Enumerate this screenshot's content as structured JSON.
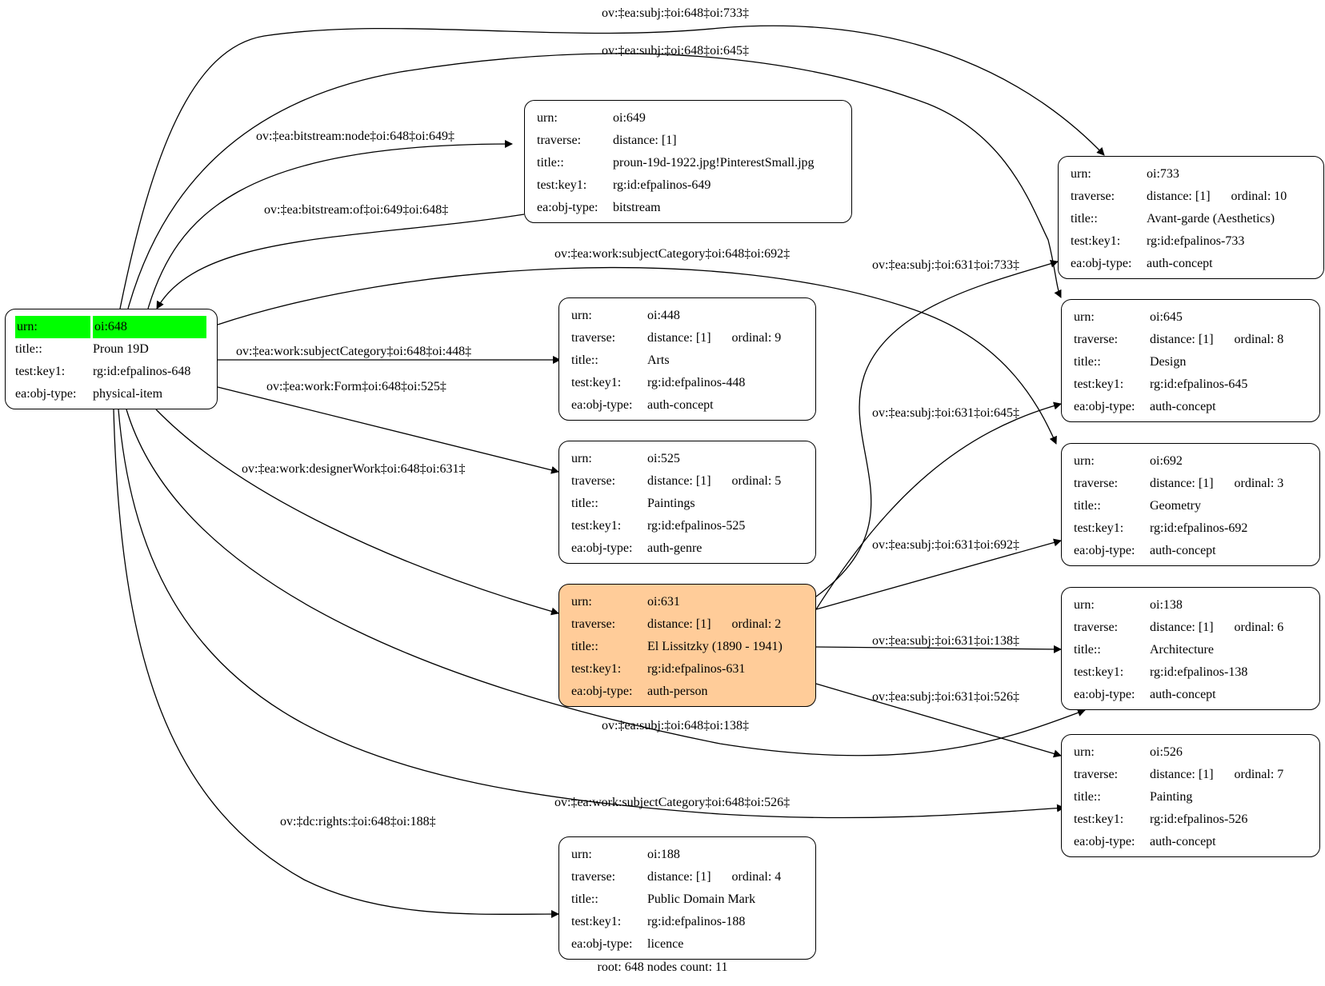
{
  "footer": "root: 648 nodes count: 11",
  "root": {
    "rows": [
      {
        "k": "urn:",
        "v": "oi:648"
      },
      {
        "k": "title::",
        "v": "Proun 19D"
      },
      {
        "k": "test:key1:",
        "v": "rg:id:efpalinos-648"
      },
      {
        "k": "ea:obj-type:",
        "v": "physical-item"
      }
    ]
  },
  "nodes": {
    "n649": {
      "urn": "oi:649",
      "distance": "distance: [1]",
      "ordinal": "",
      "title": "proun-19d-1922.jpg!PinterestSmall.jpg",
      "key": "rg:id:efpalinos-649",
      "type": "bitstream"
    },
    "n448": {
      "urn": "oi:448",
      "distance": "distance: [1]",
      "ordinal": "ordinal: 9",
      "title": "Arts",
      "key": "rg:id:efpalinos-448",
      "type": "auth-concept"
    },
    "n525": {
      "urn": "oi:525",
      "distance": "distance: [1]",
      "ordinal": "ordinal: 5",
      "title": "Paintings",
      "key": "rg:id:efpalinos-525",
      "type": "auth-genre"
    },
    "n631": {
      "urn": "oi:631",
      "distance": "distance: [1]",
      "ordinal": "ordinal: 2",
      "title": "El Lissitzky (1890 - 1941)",
      "key": "rg:id:efpalinos-631",
      "type": "auth-person"
    },
    "n188": {
      "urn": "oi:188",
      "distance": "distance: [1]",
      "ordinal": "ordinal: 4",
      "title": "Public Domain Mark",
      "key": "rg:id:efpalinos-188",
      "type": "licence"
    },
    "n733": {
      "urn": "oi:733",
      "distance": "distance: [1]",
      "ordinal": "ordinal: 10",
      "title": "Avant-garde (Aesthetics)",
      "key": "rg:id:efpalinos-733",
      "type": "auth-concept"
    },
    "n645": {
      "urn": "oi:645",
      "distance": "distance: [1]",
      "ordinal": "ordinal: 8",
      "title": "Design",
      "key": "rg:id:efpalinos-645",
      "type": "auth-concept"
    },
    "n692": {
      "urn": "oi:692",
      "distance": "distance: [1]",
      "ordinal": "ordinal: 3",
      "title": "Geometry",
      "key": "rg:id:efpalinos-692",
      "type": "auth-concept"
    },
    "n138": {
      "urn": "oi:138",
      "distance": "distance: [1]",
      "ordinal": "ordinal: 6",
      "title": "Architecture",
      "key": "rg:id:efpalinos-138",
      "type": "auth-concept"
    },
    "n526": {
      "urn": "oi:526",
      "distance": "distance: [1]",
      "ordinal": "ordinal: 7",
      "title": "Painting",
      "key": "rg:id:efpalinos-526",
      "type": "auth-concept"
    }
  },
  "keys": {
    "urn": "urn:",
    "traverse": "traverse:",
    "title": "title::",
    "key": "test:key1:",
    "type": "ea:obj-type:"
  },
  "edges": {
    "e733": "ov:‡ea:subj:‡oi:648‡oi:733‡",
    "e645": "ov:‡ea:subj:‡oi:648‡oi:645‡",
    "e649": "ov:‡ea:bitstream:node‡oi:648‡oi:649‡",
    "e649b": "ov:‡ea:bitstream:of‡oi:649‡oi:648‡",
    "e692": "ov:‡ea:work:subjectCategory‡oi:648‡oi:692‡",
    "e448": "ov:‡ea:work:subjectCategory‡oi:648‡oi:448‡",
    "e525": "ov:‡ea:work:Form‡oi:648‡oi:525‡",
    "e631": "ov:‡ea:work:designerWork‡oi:648‡oi:631‡",
    "e138": "ov:‡ea:subj:‡oi:648‡oi:138‡",
    "e526": "ov:‡ea:work:subjectCategory‡oi:648‡oi:526‡",
    "e188": "ov:‡dc:rights:‡oi:648‡oi:188‡",
    "f733": "ov:‡ea:subj:‡oi:631‡oi:733‡",
    "f645": "ov:‡ea:subj:‡oi:631‡oi:645‡",
    "f692": "ov:‡ea:subj:‡oi:631‡oi:692‡",
    "f138": "ov:‡ea:subj:‡oi:631‡oi:138‡",
    "f526": "ov:‡ea:subj:‡oi:631‡oi:526‡"
  }
}
